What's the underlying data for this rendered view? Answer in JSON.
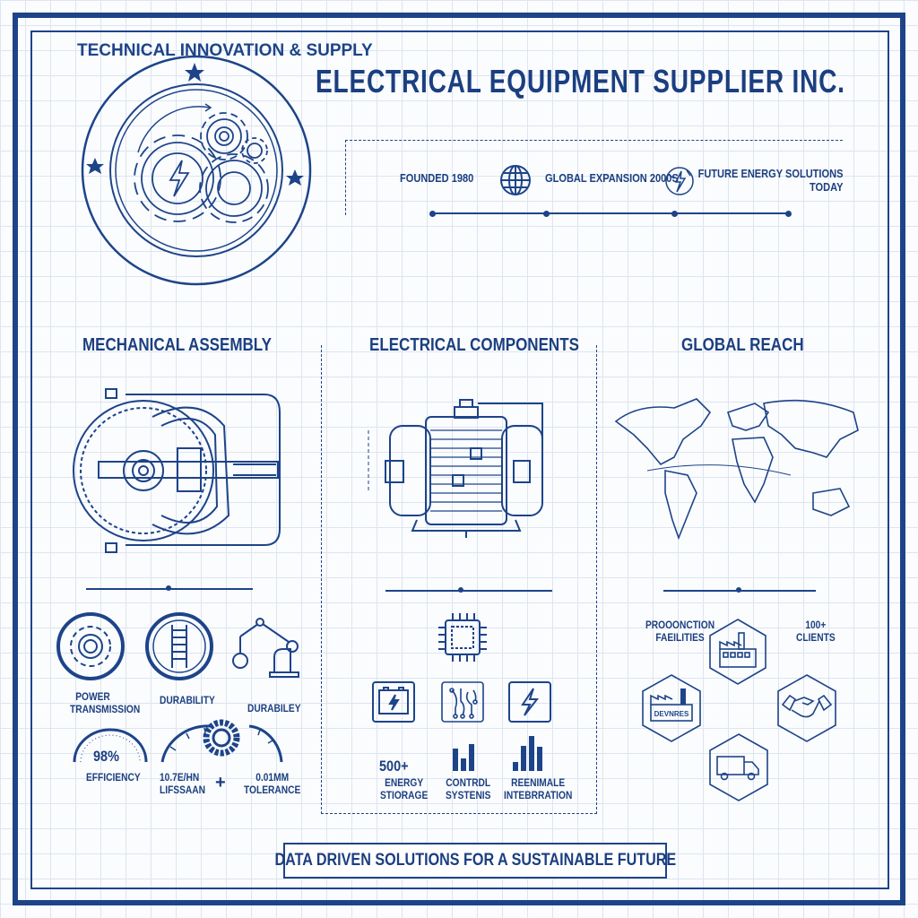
{
  "header": {
    "title": "Electrical Equipment Supplier Inc."
  },
  "logo": {
    "text": "Technical Innovation & Supply",
    "icons": [
      "gear-icon",
      "lightning-icon",
      "star-icon"
    ]
  },
  "timeline": {
    "items": [
      {
        "label": "Founded 1980"
      },
      {
        "label": "Global Expansion 2000s",
        "icon": "globe-icon"
      },
      {
        "label_line1": "Future Energy Solutions",
        "label_line2": "Today",
        "icon": "globe-lightning-icon"
      }
    ]
  },
  "columns": {
    "mechanical": {
      "heading": "Mechanical Assembly",
      "features": [
        {
          "icon": "gear-icon",
          "line1": "Power",
          "line2": "Transmission"
        },
        {
          "icon": "spring-icon",
          "line1": "Durability"
        },
        {
          "icon": "robot-arm-icon",
          "line1": "Durabiley"
        }
      ],
      "gauges": [
        {
          "value": "98%",
          "label": "Efficiency",
          "level": 0.98
        },
        {
          "value": "10.7E/hn",
          "label": "Lifssaan"
        },
        {
          "value": "0.01mm",
          "label": "Tolerance"
        }
      ],
      "plus": "+"
    },
    "electrical": {
      "heading": "Electrical Components",
      "icons": [
        "battery-icon",
        "circuit-icon",
        "lightning-icon"
      ],
      "stats": [
        {
          "value": "500+",
          "line1": "Energy",
          "line2": "Stiorage"
        },
        {
          "line1": "Contrdl",
          "line2": "Systenis"
        },
        {
          "line1": "Reenimale",
          "line2": "Intebrration"
        }
      ]
    },
    "global": {
      "heading": "Global Reach",
      "labels": [
        {
          "line1": "Prooonction",
          "line2": "Faeilities"
        },
        {
          "line1": "100+",
          "line2": "Clients"
        }
      ],
      "hex_icons": [
        "factory-icon",
        "factory-icon",
        "handshake-icon",
        "truck-icon"
      ],
      "factory_sign": "Devnres"
    }
  },
  "footer": {
    "banner": "Data Driven Solutions for a Sustainable Future"
  },
  "colors": {
    "primary": "#1d4489",
    "grid": "#dde5ef",
    "background": "#fbfcfe"
  }
}
